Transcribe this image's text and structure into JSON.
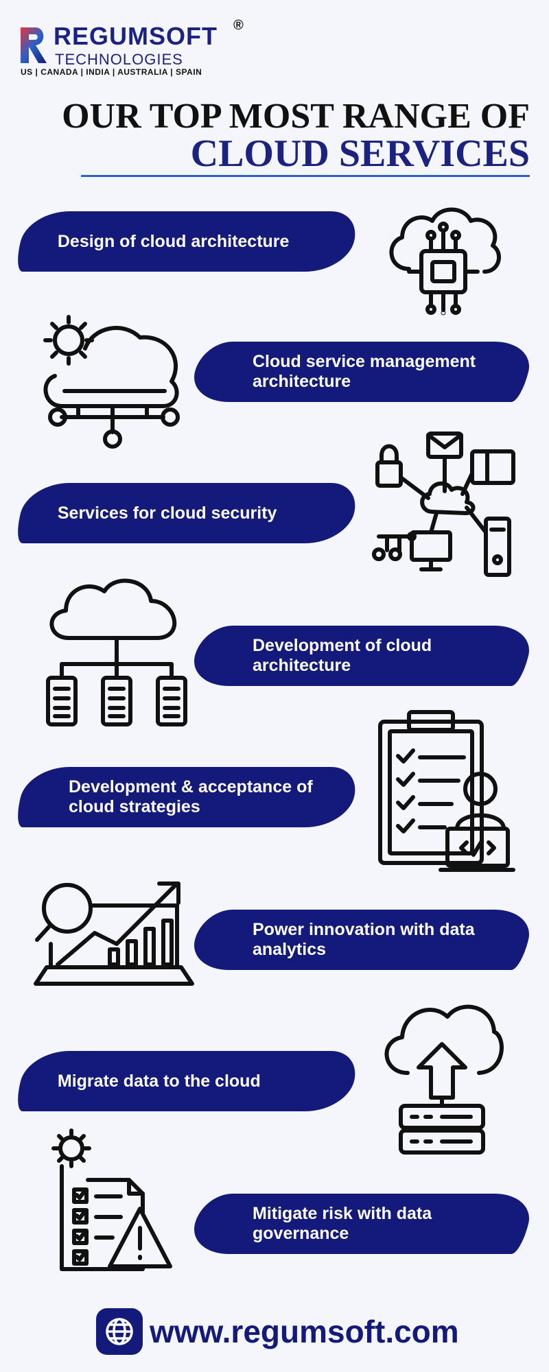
{
  "header": {
    "brand": "REGUMSOFT",
    "registered": "®",
    "subtitle": "TECHNOLOGIES",
    "locations": "US | CANADA | INDIA | AUSTRALIA | SPAIN"
  },
  "title": {
    "line1": "OUR TOP MOST RANGE OF",
    "line2": "CLOUD SERVICES"
  },
  "services": [
    {
      "label": "Design of cloud architecture",
      "icon": "cloud-chip-icon"
    },
    {
      "label": "Cloud service management architecture",
      "icon": "cloud-gear-network-icon"
    },
    {
      "label": "Services for cloud security",
      "icon": "cloud-devices-network-icon"
    },
    {
      "label": "Development of cloud architecture",
      "icon": "cloud-servers-icon"
    },
    {
      "label": "Development & acceptance of cloud strategies",
      "icon": "clipboard-developer-icon"
    },
    {
      "label": "Power innovation with data analytics",
      "icon": "analytics-laptop-icon"
    },
    {
      "label": "Migrate data to the cloud",
      "icon": "cloud-upload-server-icon"
    },
    {
      "label": "Mitigate risk with data governance",
      "icon": "checklist-warning-icon"
    }
  ],
  "footer": {
    "website": "www.regumsoft.com",
    "icon": "globe-icon"
  },
  "colors": {
    "navy": "#131a7a",
    "brand": "#1c2280",
    "accent_rule": "#2b63c9",
    "background": "#f5f6fb"
  }
}
